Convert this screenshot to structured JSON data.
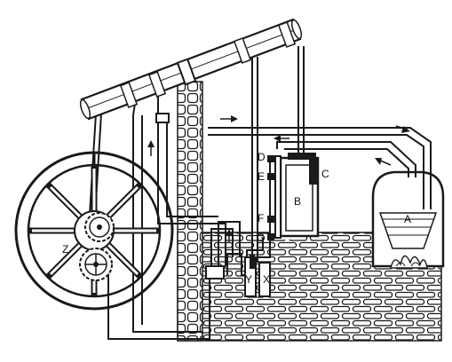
{
  "labels": {
    "D": "D",
    "E": "E",
    "C": "C",
    "B": "B",
    "F": "F",
    "G": "G",
    "A": "A",
    "Z": "Z",
    "Y": "Y",
    "X": "X"
  },
  "colors": {
    "ink": "#1a1a1a",
    "paper": "#ffffff",
    "brick_fill": "#ffffff",
    "beam_fill": "#ffffff"
  }
}
